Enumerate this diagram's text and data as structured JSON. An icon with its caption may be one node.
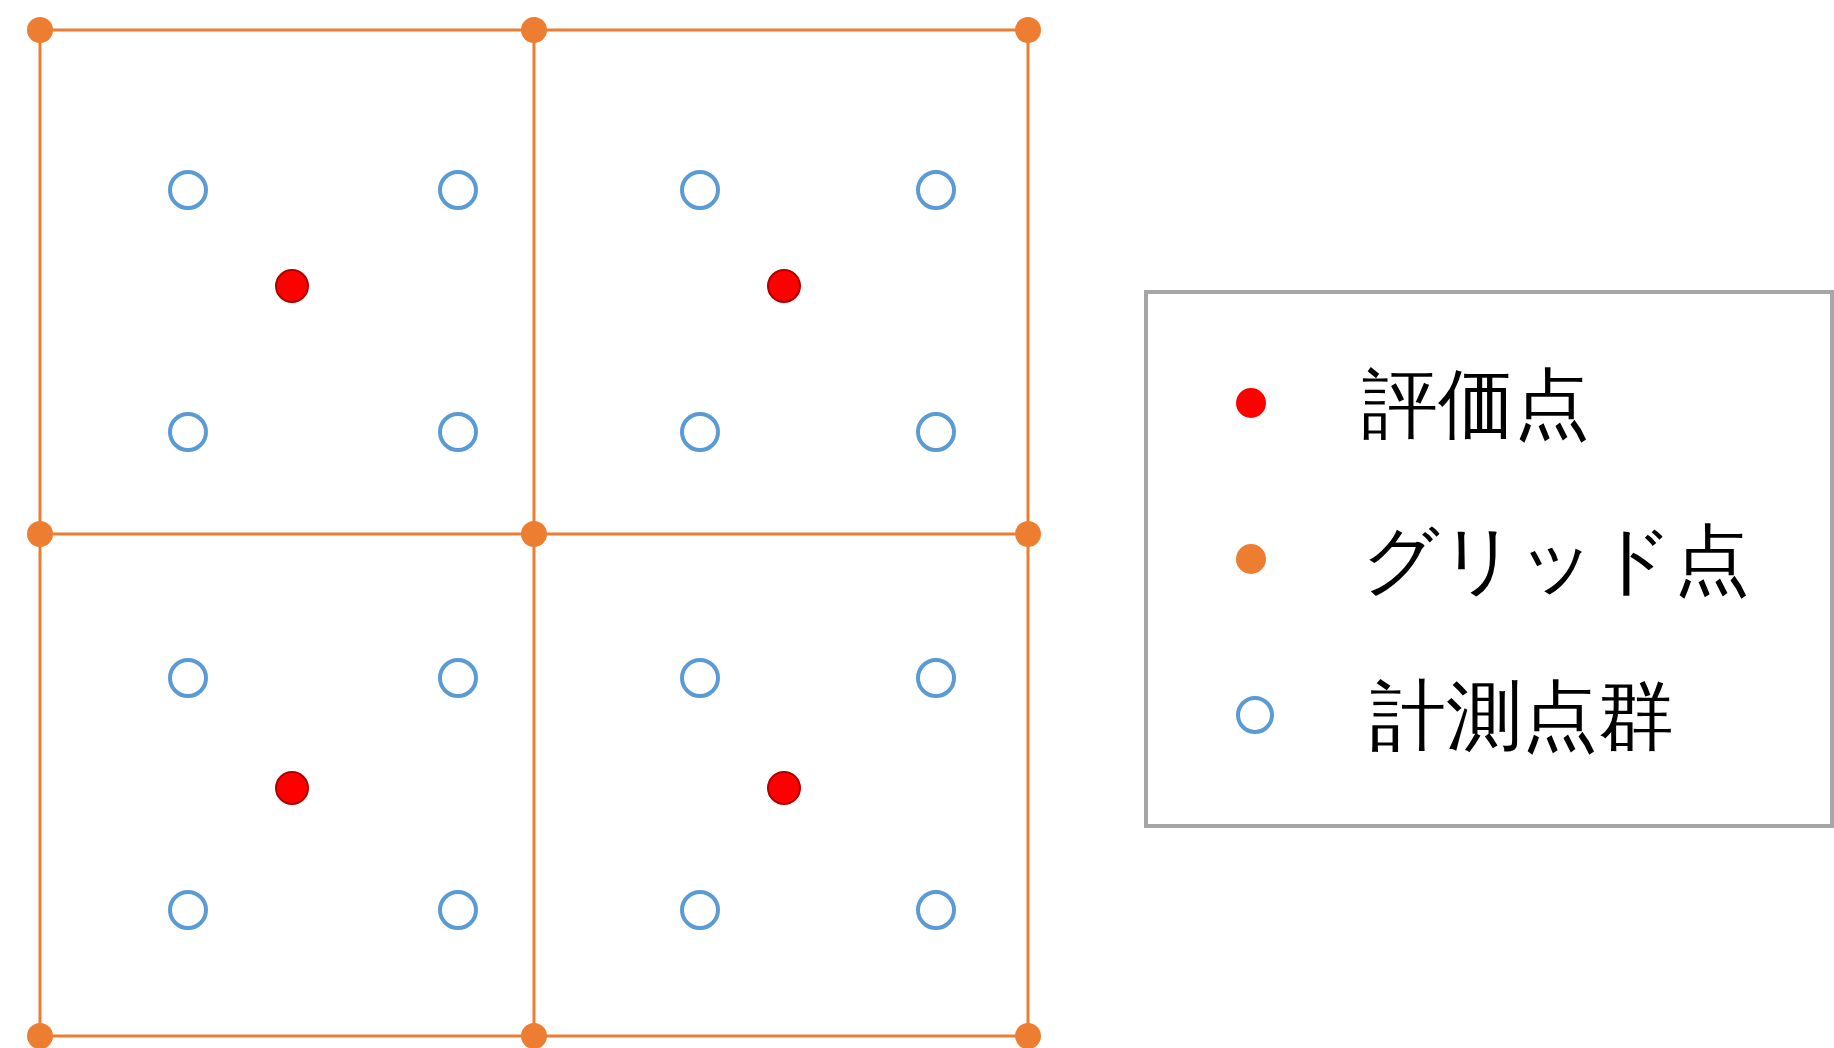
{
  "diagram": {
    "legend": [
      {
        "text": "評価点",
        "color": "#ff0000"
      },
      {
        "text": "グリッド点",
        "color": "#ed7d31"
      },
      {
        "text": "計測点群"
      }
    ]
  }
}
